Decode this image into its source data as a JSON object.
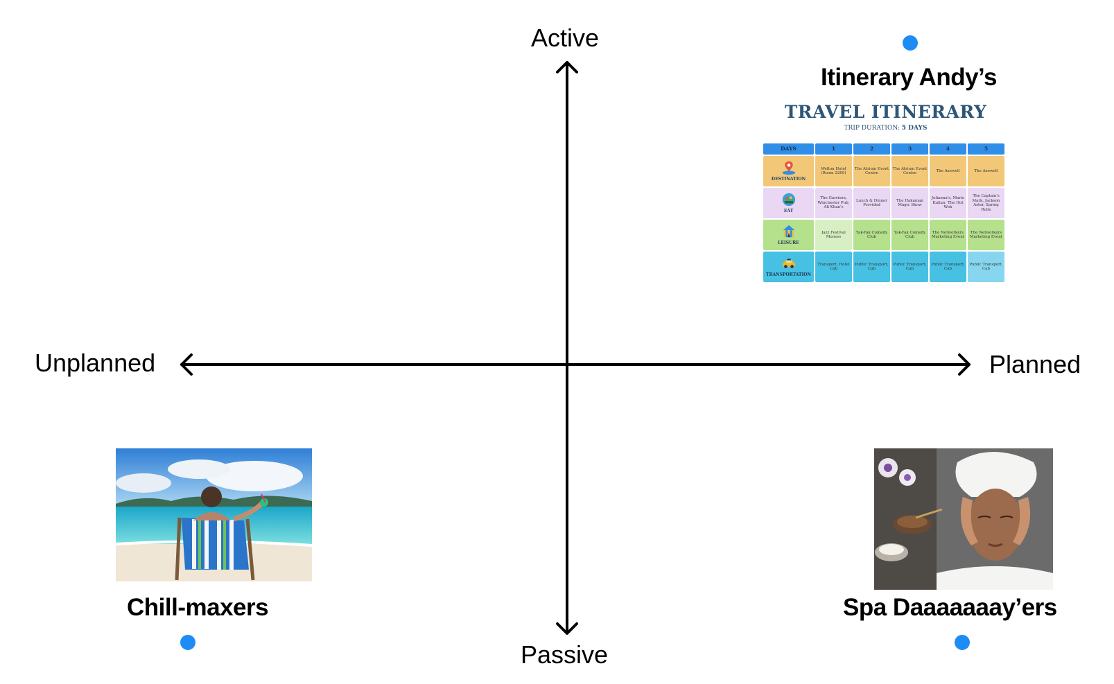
{
  "axes": {
    "top": "Active",
    "bottom": "Passive",
    "left": "Unplanned",
    "right": "Planned"
  },
  "quadrants": {
    "itinerary": {
      "title": "Itinerary Andy’s"
    },
    "chill": {
      "title": "Chill-maxers"
    },
    "spa": {
      "title": "Spa Daaaaaaay’ers"
    }
  },
  "colors": {
    "dot": "#1e8cf5",
    "axis": "#000000"
  },
  "itinerary_card": {
    "title": "TRAVEL ITINERARY",
    "duration_label": "TRIP DURATION:",
    "duration_value": "5 DAYS",
    "header": [
      "DAYS",
      "1",
      "2",
      "3",
      "4",
      "5"
    ],
    "rows": [
      {
        "label": "DESTINATION",
        "icon": "map-pin-icon",
        "cells": [
          "Welton Hotel (Room 2209)",
          "The Atrium Event Centre",
          "The Atrium Event Centre",
          "The Axewell",
          "The Axewell"
        ]
      },
      {
        "label": "EAT",
        "icon": "food-icon",
        "cells": [
          "The Garrison, Winchester Pub, Ali Khan's",
          "Lunch & Dinner Provided",
          "The Hakaman Magic Show",
          "Julianna's, Mario Italian, The Hot Wok",
          "The Captain's Mark, Jackson Astor, Spring Rolls"
        ]
      },
      {
        "label": "LEISURE",
        "icon": "circus-tent-icon",
        "cells": [
          "Jazz Festival Moness",
          "Yak-Yak Comedy Club",
          "Yak-Yak Comedy Club",
          "The Networkers Marketing Event",
          "The Networkers Marketing Event"
        ]
      },
      {
        "label": "TRANSPORTATION",
        "icon": "taxi-icon",
        "cells": [
          "Transport, Hotel Cab",
          "Public Transport, Cab",
          "Public Transport, Cab",
          "Public Transport, Cab",
          "Public Transport, Cab"
        ]
      }
    ]
  }
}
